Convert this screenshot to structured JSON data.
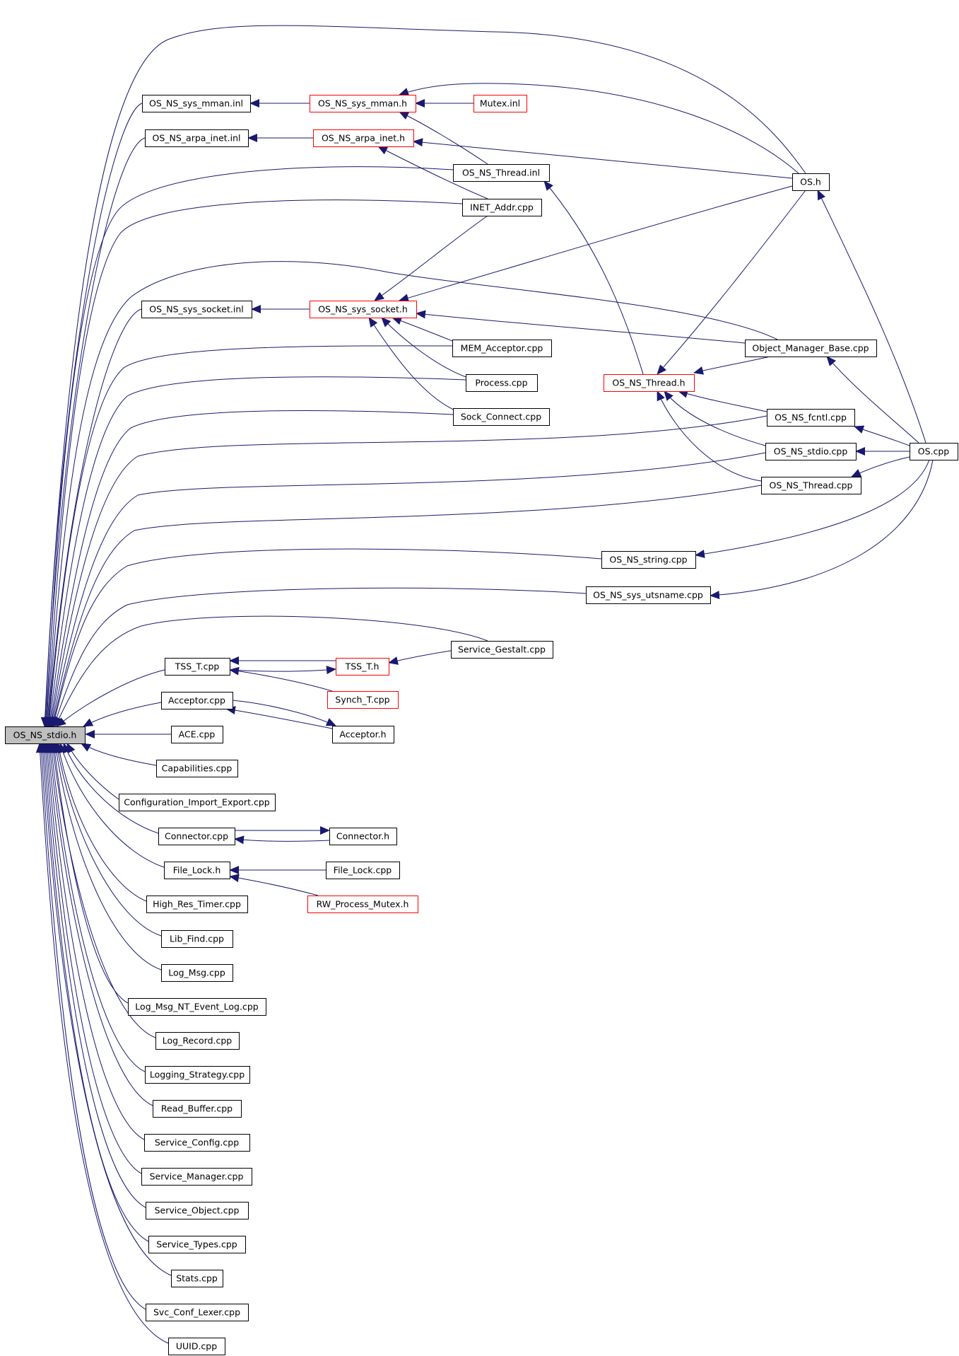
{
  "graph": {
    "colors": {
      "edge": "#191970",
      "box_border": "#000000",
      "box_border_truncated": "#ff0000",
      "root_fill": "#bfbfbf",
      "box_fill": "#ffffff"
    },
    "nodes": {
      "os_ns_stdio_h": {
        "label": "OS_NS_stdio.h",
        "style": "root"
      },
      "os_ns_sys_mman_inl": {
        "label": "OS_NS_sys_mman.inl",
        "style": "normal"
      },
      "os_ns_sys_mman_h": {
        "label": "OS_NS_sys_mman.h",
        "style": "truncated"
      },
      "mutex_inl": {
        "label": "Mutex.inl",
        "style": "truncated"
      },
      "os_ns_arpa_inet_inl": {
        "label": "OS_NS_arpa_inet.inl",
        "style": "normal"
      },
      "os_ns_arpa_inet_h": {
        "label": "OS_NS_arpa_inet.h",
        "style": "truncated"
      },
      "os_ns_thread_inl": {
        "label": "OS_NS_Thread.inl",
        "style": "normal"
      },
      "os_h": {
        "label": "OS.h",
        "style": "normal"
      },
      "inet_addr_cpp": {
        "label": "INET_Addr.cpp",
        "style": "normal"
      },
      "os_ns_sys_socket_inl": {
        "label": "OS_NS_sys_socket.inl",
        "style": "normal"
      },
      "os_ns_sys_socket_h": {
        "label": "OS_NS_sys_socket.h",
        "style": "truncated"
      },
      "mem_acceptor_cpp": {
        "label": "MEM_Acceptor.cpp",
        "style": "normal"
      },
      "object_manager_base_cpp": {
        "label": "Object_Manager_Base.cpp",
        "style": "normal"
      },
      "process_cpp": {
        "label": "Process.cpp",
        "style": "normal"
      },
      "os_ns_thread_h": {
        "label": "OS_NS_Thread.h",
        "style": "truncated"
      },
      "sock_connect_cpp": {
        "label": "Sock_Connect.cpp",
        "style": "normal"
      },
      "os_ns_fcntl_cpp": {
        "label": "OS_NS_fcntl.cpp",
        "style": "normal"
      },
      "os_ns_stdio_cpp": {
        "label": "OS_NS_stdio.cpp",
        "style": "normal"
      },
      "os_cpp": {
        "label": "OS.cpp",
        "style": "normal"
      },
      "os_ns_thread_cpp": {
        "label": "OS_NS_Thread.cpp",
        "style": "normal"
      },
      "os_ns_string_cpp": {
        "label": "OS_NS_string.cpp",
        "style": "normal"
      },
      "os_ns_sys_utsname_cpp": {
        "label": "OS_NS_sys_utsname.cpp",
        "style": "normal"
      },
      "service_gestalt_cpp": {
        "label": "Service_Gestalt.cpp",
        "style": "normal"
      },
      "tss_t_cpp": {
        "label": "TSS_T.cpp",
        "style": "normal"
      },
      "tss_t_h": {
        "label": "TSS_T.h",
        "style": "truncated"
      },
      "synch_t_cpp": {
        "label": "Synch_T.cpp",
        "style": "truncated"
      },
      "acceptor_cpp": {
        "label": "Acceptor.cpp",
        "style": "normal"
      },
      "ace_cpp": {
        "label": "ACE.cpp",
        "style": "normal"
      },
      "acceptor_h": {
        "label": "Acceptor.h",
        "style": "normal"
      },
      "capabilities_cpp": {
        "label": "Capabilities.cpp",
        "style": "normal"
      },
      "configuration_import_export_cpp": {
        "label": "Configuration_Import_Export.cpp",
        "style": "normal"
      },
      "connector_cpp": {
        "label": "Connector.cpp",
        "style": "normal"
      },
      "connector_h": {
        "label": "Connector.h",
        "style": "normal"
      },
      "file_lock_h": {
        "label": "File_Lock.h",
        "style": "normal"
      },
      "file_lock_cpp": {
        "label": "File_Lock.cpp",
        "style": "normal"
      },
      "high_res_timer_cpp": {
        "label": "High_Res_Timer.cpp",
        "style": "normal"
      },
      "rw_process_mutex_h": {
        "label": "RW_Process_Mutex.h",
        "style": "truncated"
      },
      "lib_find_cpp": {
        "label": "Lib_Find.cpp",
        "style": "normal"
      },
      "log_msg_cpp": {
        "label": "Log_Msg.cpp",
        "style": "normal"
      },
      "log_msg_nt_event_log_cpp": {
        "label": "Log_Msg_NT_Event_Log.cpp",
        "style": "normal"
      },
      "log_record_cpp": {
        "label": "Log_Record.cpp",
        "style": "normal"
      },
      "logging_strategy_cpp": {
        "label": "Logging_Strategy.cpp",
        "style": "normal"
      },
      "read_buffer_cpp": {
        "label": "Read_Buffer.cpp",
        "style": "normal"
      },
      "service_config_cpp": {
        "label": "Service_Config.cpp",
        "style": "normal"
      },
      "service_manager_cpp": {
        "label": "Service_Manager.cpp",
        "style": "normal"
      },
      "service_object_cpp": {
        "label": "Service_Object.cpp",
        "style": "normal"
      },
      "service_types_cpp": {
        "label": "Service_Types.cpp",
        "style": "normal"
      },
      "stats_cpp": {
        "label": "Stats.cpp",
        "style": "normal"
      },
      "svc_conf_lexer_cpp": {
        "label": "Svc_Conf_Lexer.cpp",
        "style": "normal"
      },
      "uuid_cpp": {
        "label": "UUID.cpp",
        "style": "normal"
      }
    },
    "edges": [
      [
        "os_ns_sys_mman_inl",
        "os_ns_stdio_h"
      ],
      [
        "os_ns_arpa_inet_inl",
        "os_ns_stdio_h"
      ],
      [
        "os_ns_thread_inl",
        "os_ns_stdio_h"
      ],
      [
        "inet_addr_cpp",
        "os_ns_stdio_h"
      ],
      [
        "os_ns_sys_socket_inl",
        "os_ns_stdio_h"
      ],
      [
        "mem_acceptor_cpp",
        "os_ns_stdio_h"
      ],
      [
        "process_cpp",
        "os_ns_stdio_h"
      ],
      [
        "sock_connect_cpp",
        "os_ns_stdio_h"
      ],
      [
        "os_ns_fcntl_cpp",
        "os_ns_stdio_h"
      ],
      [
        "os_ns_stdio_cpp",
        "os_ns_stdio_h"
      ],
      [
        "os_ns_thread_cpp",
        "os_ns_stdio_h"
      ],
      [
        "os_ns_string_cpp",
        "os_ns_stdio_h"
      ],
      [
        "os_ns_sys_utsname_cpp",
        "os_ns_stdio_h"
      ],
      [
        "service_gestalt_cpp",
        "os_ns_stdio_h"
      ],
      [
        "os_h",
        "os_ns_stdio_h"
      ],
      [
        "object_manager_base_cpp",
        "os_ns_stdio_h"
      ],
      [
        "tss_t_cpp",
        "os_ns_stdio_h"
      ],
      [
        "acceptor_cpp",
        "os_ns_stdio_h"
      ],
      [
        "ace_cpp",
        "os_ns_stdio_h"
      ],
      [
        "capabilities_cpp",
        "os_ns_stdio_h"
      ],
      [
        "configuration_import_export_cpp",
        "os_ns_stdio_h"
      ],
      [
        "connector_cpp",
        "os_ns_stdio_h"
      ],
      [
        "file_lock_h",
        "os_ns_stdio_h"
      ],
      [
        "high_res_timer_cpp",
        "os_ns_stdio_h"
      ],
      [
        "lib_find_cpp",
        "os_ns_stdio_h"
      ],
      [
        "log_msg_cpp",
        "os_ns_stdio_h"
      ],
      [
        "log_msg_nt_event_log_cpp",
        "os_ns_stdio_h"
      ],
      [
        "log_record_cpp",
        "os_ns_stdio_h"
      ],
      [
        "logging_strategy_cpp",
        "os_ns_stdio_h"
      ],
      [
        "read_buffer_cpp",
        "os_ns_stdio_h"
      ],
      [
        "service_config_cpp",
        "os_ns_stdio_h"
      ],
      [
        "service_manager_cpp",
        "os_ns_stdio_h"
      ],
      [
        "service_object_cpp",
        "os_ns_stdio_h"
      ],
      [
        "service_types_cpp",
        "os_ns_stdio_h"
      ],
      [
        "stats_cpp",
        "os_ns_stdio_h"
      ],
      [
        "svc_conf_lexer_cpp",
        "os_ns_stdio_h"
      ],
      [
        "uuid_cpp",
        "os_ns_stdio_h"
      ],
      [
        "os_ns_sys_mman_h",
        "os_ns_sys_mman_inl"
      ],
      [
        "mutex_inl",
        "os_ns_sys_mman_h"
      ],
      [
        "os_ns_thread_inl",
        "os_ns_sys_mman_h"
      ],
      [
        "os_h",
        "os_ns_sys_mman_h"
      ],
      [
        "os_ns_arpa_inet_h",
        "os_ns_arpa_inet_inl"
      ],
      [
        "inet_addr_cpp",
        "os_ns_arpa_inet_h"
      ],
      [
        "os_h",
        "os_ns_arpa_inet_h"
      ],
      [
        "os_ns_sys_socket_h",
        "os_ns_sys_socket_inl"
      ],
      [
        "inet_addr_cpp",
        "os_ns_sys_socket_h"
      ],
      [
        "os_h",
        "os_ns_sys_socket_h"
      ],
      [
        "mem_acceptor_cpp",
        "os_ns_sys_socket_h"
      ],
      [
        "process_cpp",
        "os_ns_sys_socket_h"
      ],
      [
        "sock_connect_cpp",
        "os_ns_sys_socket_h"
      ],
      [
        "object_manager_base_cpp",
        "os_ns_sys_socket_h"
      ],
      [
        "os_ns_thread_h",
        "os_ns_thread_inl"
      ],
      [
        "os_h",
        "os_ns_thread_h"
      ],
      [
        "object_manager_base_cpp",
        "os_ns_thread_h"
      ],
      [
        "os_ns_fcntl_cpp",
        "os_ns_thread_h"
      ],
      [
        "os_ns_stdio_cpp",
        "os_ns_thread_h"
      ],
      [
        "os_ns_thread_cpp",
        "os_ns_thread_h"
      ],
      [
        "os_cpp",
        "os_h"
      ],
      [
        "os_cpp",
        "object_manager_base_cpp"
      ],
      [
        "os_cpp",
        "os_ns_fcntl_cpp"
      ],
      [
        "os_cpp",
        "os_ns_stdio_cpp"
      ],
      [
        "os_cpp",
        "os_ns_thread_cpp"
      ],
      [
        "os_cpp",
        "os_ns_string_cpp"
      ],
      [
        "os_cpp",
        "os_ns_sys_utsname_cpp"
      ],
      [
        "tss_t_h",
        "tss_t_cpp"
      ],
      [
        "tss_t_cpp",
        "tss_t_h"
      ],
      [
        "service_gestalt_cpp",
        "tss_t_h"
      ],
      [
        "synch_t_cpp",
        "tss_t_cpp"
      ],
      [
        "acceptor_h",
        "acceptor_cpp"
      ],
      [
        "acceptor_cpp",
        "acceptor_h"
      ],
      [
        "connector_cpp",
        "connector_h"
      ],
      [
        "connector_h",
        "connector_cpp"
      ],
      [
        "file_lock_cpp",
        "file_lock_h"
      ],
      [
        "rw_process_mutex_h",
        "file_lock_h"
      ]
    ]
  }
}
